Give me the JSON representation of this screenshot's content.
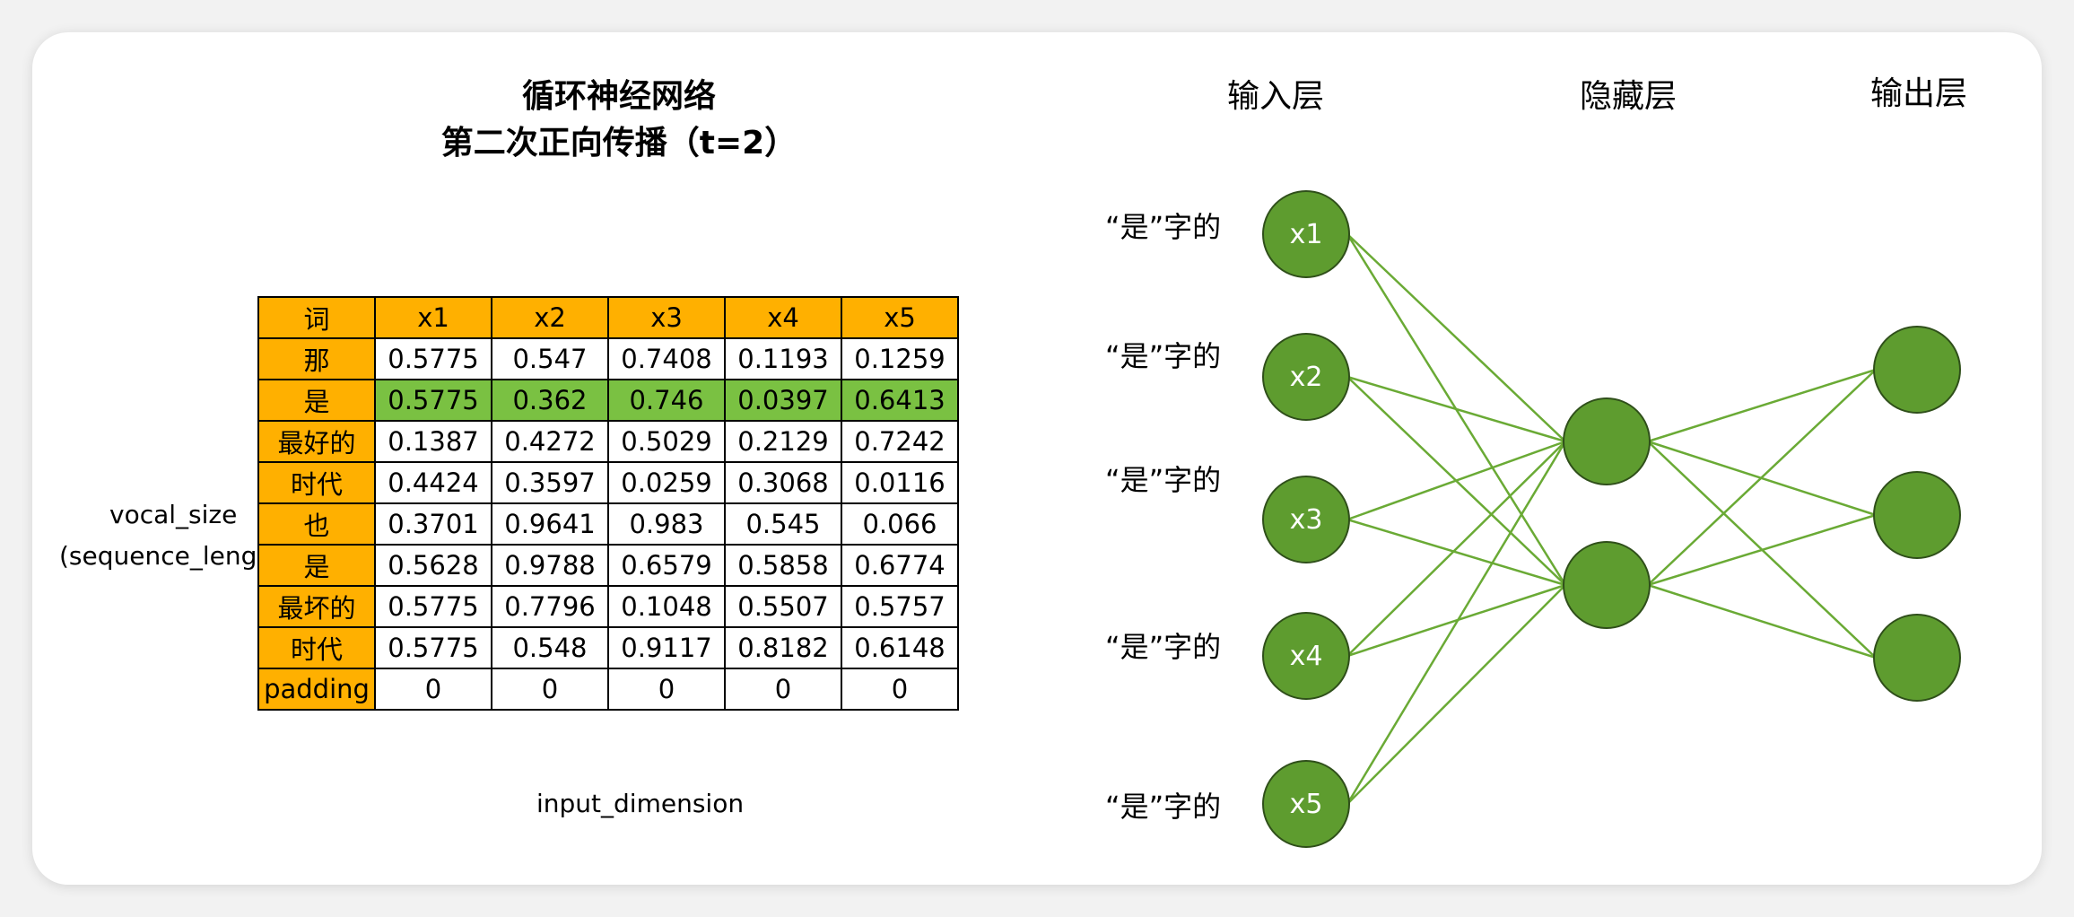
{
  "title": {
    "line1": "循环神经网络",
    "line2": "第二次正向传播（t=2）"
  },
  "row_axis_label": {
    "line1": "vocal_size",
    "line2": "(sequence_length)"
  },
  "column_axis_label": "input_dimension",
  "table": {
    "headers": [
      "词",
      "x1",
      "x2",
      "x3",
      "x4",
      "x5"
    ],
    "highlight_row_index": 1,
    "rows": [
      {
        "word": "那",
        "values": [
          "0.5775",
          "0.547",
          "0.7408",
          "0.1193",
          "0.1259"
        ]
      },
      {
        "word": "是",
        "values": [
          "0.5775",
          "0.362",
          "0.746",
          "0.0397",
          "0.6413"
        ]
      },
      {
        "word": "最好的",
        "values": [
          "0.1387",
          "0.4272",
          "0.5029",
          "0.2129",
          "0.7242"
        ]
      },
      {
        "word": "时代",
        "values": [
          "0.4424",
          "0.3597",
          "0.0259",
          "0.3068",
          "0.0116"
        ]
      },
      {
        "word": "也",
        "values": [
          "0.3701",
          "0.9641",
          "0.983",
          "0.545",
          "0.066"
        ]
      },
      {
        "word": "是",
        "values": [
          "0.5628",
          "0.9788",
          "0.6579",
          "0.5858",
          "0.6774"
        ]
      },
      {
        "word": "最坏的",
        "values": [
          "0.5775",
          "0.7796",
          "0.1048",
          "0.5507",
          "0.5757"
        ]
      },
      {
        "word": "时代",
        "values": [
          "0.5775",
          "0.548",
          "0.9117",
          "0.8182",
          "0.6148"
        ]
      },
      {
        "word": "padding",
        "values": [
          "0",
          "0",
          "0",
          "0",
          "0"
        ]
      }
    ]
  },
  "network": {
    "layer_titles": {
      "input": "输入层",
      "hidden": "隐藏层",
      "output": "输出层"
    },
    "input_nodes": [
      {
        "label": "x1",
        "side_label": "“是”字的"
      },
      {
        "label": "x2",
        "side_label": "“是”字的"
      },
      {
        "label": "x3",
        "side_label": "“是”字的"
      },
      {
        "label": "x4",
        "side_label": "“是”字的"
      },
      {
        "label": "x5",
        "side_label": "“是”字的"
      }
    ],
    "hidden_node_count": 2,
    "output_node_count": 3
  },
  "colors": {
    "header_fill": "#ffb000",
    "highlight_row_fill": "#7ac142",
    "node_fill": "#5e9c2f",
    "node_stroke": "#2f4f1a",
    "edge_color": "#6aaa35"
  }
}
